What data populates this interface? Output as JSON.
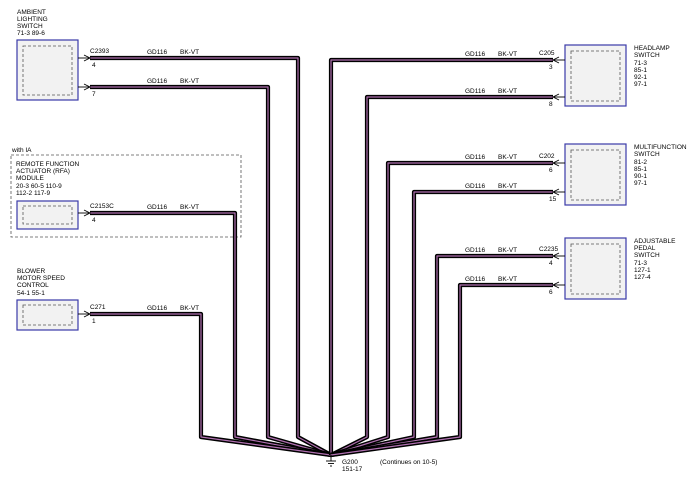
{
  "components": {
    "ambient": {
      "lines": [
        "AMBIENT",
        "LIGHTING",
        "SWITCH",
        "71-3     89-6"
      ]
    },
    "remote": {
      "region_label": "with IA",
      "lines": [
        "REMOTE FUNCTION",
        "ACTUATOR (RFA)",
        "MODULE",
        "20-3     60-5     110-9",
        "112-2     117-9"
      ]
    },
    "blower": {
      "lines": [
        "BLOWER",
        "MOTOR SPEED",
        "CONTROL",
        "54-1     55-1"
      ]
    },
    "headlamp": {
      "lines": [
        "HEADLAMP",
        "SWITCH",
        "71-3",
        "85-1",
        "92-1",
        "97-1"
      ]
    },
    "multifunction": {
      "lines": [
        "MULTIFUNCTION",
        "SWITCH",
        "81-2",
        "85-1",
        "90-1",
        "97-1"
      ]
    },
    "adjustable": {
      "lines": [
        "ADJUSTABLE",
        "PEDAL",
        "SWITCH",
        "71-3",
        "127-1",
        "127-4"
      ]
    }
  },
  "wires": [
    {
      "id": "c2393-4",
      "connector": "C2393",
      "pin": "4",
      "circuit": "GD116",
      "color": "BK-VT"
    },
    {
      "id": "c2393-7",
      "connector": "",
      "pin": "7",
      "circuit": "GD116",
      "color": "BK-VT"
    },
    {
      "id": "c2153c-4",
      "connector": "C2153C",
      "pin": "4",
      "circuit": "GD116",
      "color": "BK-VT"
    },
    {
      "id": "c271-1",
      "connector": "C271",
      "pin": "1",
      "circuit": "GD116",
      "color": "BK-VT"
    },
    {
      "id": "c205-3",
      "connector": "C205",
      "pin": "3",
      "circuit": "GD116",
      "color": "BK-VT"
    },
    {
      "id": "c205-8",
      "connector": "",
      "pin": "8",
      "circuit": "GD116",
      "color": "BK-VT"
    },
    {
      "id": "c202-6",
      "connector": "C202",
      "pin": "6",
      "circuit": "GD116",
      "color": "BK-VT"
    },
    {
      "id": "c202-15",
      "connector": "",
      "pin": "15",
      "circuit": "GD116",
      "color": "BK-VT"
    },
    {
      "id": "c2235-4",
      "connector": "C2235",
      "pin": "4",
      "circuit": "GD116",
      "color": "BK-VT"
    },
    {
      "id": "c2235-6",
      "connector": "",
      "pin": "6",
      "circuit": "GD116",
      "color": "BK-VT"
    }
  ],
  "ground": {
    "name": "G200",
    "ref": "151-17",
    "note": "(Continues on 10-5)"
  }
}
